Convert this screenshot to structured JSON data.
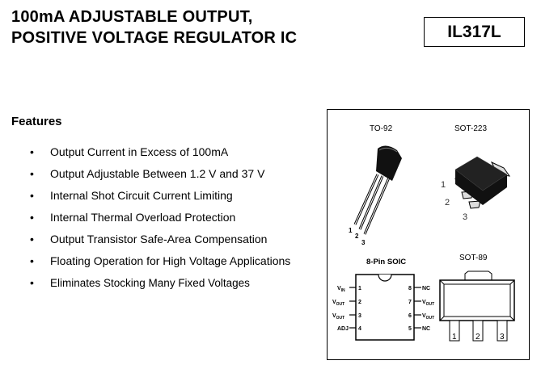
{
  "title": {
    "line1": "100mA ADJUSTABLE OUTPUT,",
    "line2": "POSITIVE VOLTAGE REGULATOR IC"
  },
  "part_number": "IL317L",
  "features": {
    "heading": "Features",
    "items": [
      "Output Current in Excess of 100mA",
      "Output Adjustable Between 1.2 V and 37 V",
      "Internal Shot Circuit Current Limiting",
      "Internal Thermal Overload Protection",
      "Output Transistor Safe-Area Compensation",
      "Floating Operation for High Voltage Applications",
      "Eliminates Stocking Many Fixed Voltages"
    ]
  },
  "packages": {
    "to92": {
      "label": "TO-92",
      "pins": [
        "1",
        "2",
        "3"
      ]
    },
    "sot223": {
      "label": "SOT-223",
      "pins": [
        "1",
        "2",
        "3"
      ]
    },
    "soic": {
      "label": "8-Pin SOIC",
      "left_pins": [
        {
          "num": "1",
          "name": "V",
          "sub": "IN"
        },
        {
          "num": "2",
          "name": "V",
          "sub": "OUT"
        },
        {
          "num": "3",
          "name": "V",
          "sub": "OUT"
        },
        {
          "num": "4",
          "name": "ADJ",
          "sub": ""
        }
      ],
      "right_pins": [
        {
          "num": "8",
          "name": "NC",
          "sub": ""
        },
        {
          "num": "7",
          "name": "V",
          "sub": "OUT"
        },
        {
          "num": "6",
          "name": "V",
          "sub": "OUT"
        },
        {
          "num": "5",
          "name": "NC",
          "sub": ""
        }
      ]
    },
    "sot89": {
      "label": "SOT-89",
      "pins": [
        "1",
        "2",
        "3"
      ]
    }
  }
}
